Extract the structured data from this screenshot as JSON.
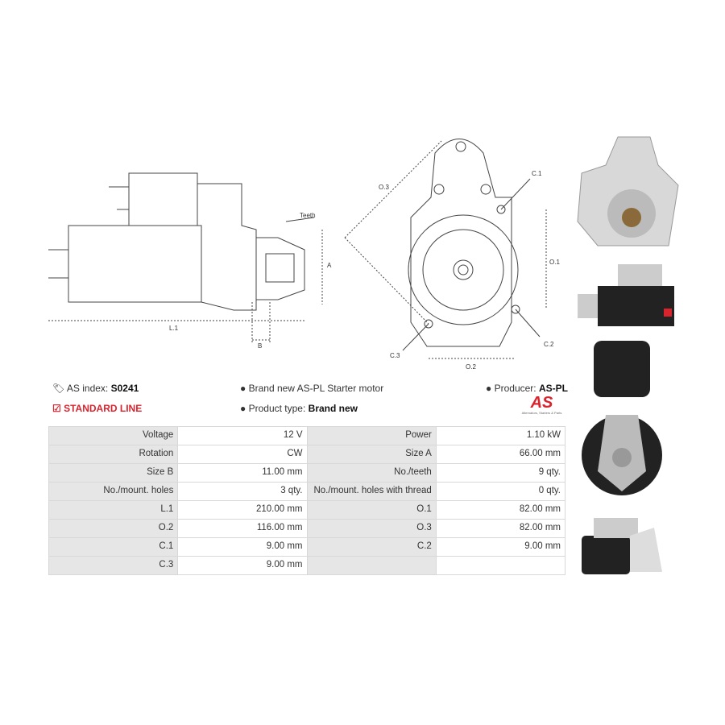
{
  "diagram_labels": {
    "teeth": "Teeth",
    "a": "A",
    "l1": "L.1",
    "b": "B",
    "o3": "O.3",
    "c1": "C.1",
    "o1": "O.1",
    "c3": "C.3",
    "c2": "C.2",
    "o2": "O.2"
  },
  "info": {
    "as_index_label": "AS index:",
    "as_index_value": "S0241",
    "standard_line": "STANDARD LINE",
    "description": "Brand new AS-PL Starter motor",
    "product_type_label": "Product type:",
    "product_type_value": "Brand new",
    "producer_label": "Producer:",
    "producer_value": "AS-PL"
  },
  "logo": {
    "text": "AS",
    "tagline": "Alternators, Starters & Parts"
  },
  "specs": [
    [
      "Voltage",
      "12 V",
      "Power",
      "1.10 kW"
    ],
    [
      "Rotation",
      "CW",
      "Size A",
      "66.00 mm"
    ],
    [
      "Size B",
      "11.00 mm",
      "No./teeth",
      "9 qty."
    ],
    [
      "No./mount. holes",
      "3 qty.",
      "No./mount. holes with thread",
      "0 qty."
    ],
    [
      "L.1",
      "210.00 mm",
      "O.1",
      "82.00 mm"
    ],
    [
      "O.2",
      "116.00 mm",
      "O.3",
      "82.00 mm"
    ],
    [
      "C.1",
      "9.00 mm",
      "C.2",
      "9.00 mm"
    ],
    [
      "C.3",
      "9.00 mm",
      "",
      ""
    ]
  ],
  "colors": {
    "accent": "#d9232d"
  }
}
